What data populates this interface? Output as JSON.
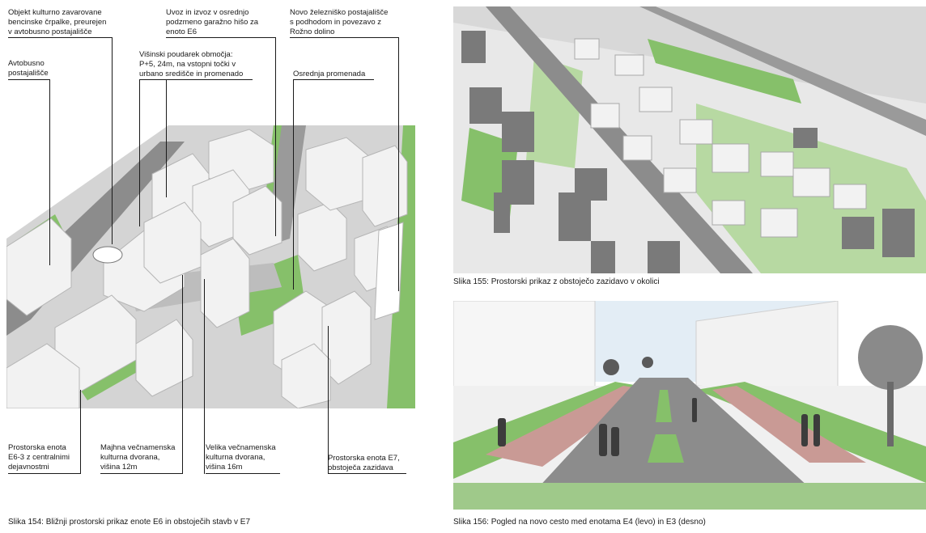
{
  "labels": {
    "objekt": "Objekt kulturno zavarovane\nbencinske črpalke, preurejen\nv avtobusno postajališče",
    "avtobusno": "Avtobusno\npostajališče",
    "uvoz": "Uvoz in izvoz v osrednjo\npodzmeno garažno hišo za\nenoto E6",
    "visinski": "Višinski poudarek območja:\nP+5, 24m, na vstopni točki v\nurbano središče in promenado",
    "zelezniska": "Novo železniško postajališče\ns podhodom in povezavo z\nRožno dolino",
    "promenada": "Osrednja promenada",
    "enota_e6": "Prostorska enota\nE6-3 z centralnimi\ndejavnostmi",
    "majhna": "Majhna večnamenska\nkulturna dvorana,\nvišina 12m",
    "velika": "Velika večnamenska\nkulturna dvorana,\nvišina 16m",
    "enota_e7": "Prostorska enota E7,\nobstoječa zazidava"
  },
  "captions": {
    "slika154": "Slika 154: Bližnji prostorski prikaz enote E6 in obstoječih stavb v E7",
    "slika155": "Slika 155: Prostorski prikaz z obstoječo zazidavo v okolici",
    "slika156": "Slika 156: Pogled na novo cesto med enotama E4 (levo) in E3 (desno)"
  },
  "colors": {
    "green": "#86c06a",
    "grey_road": "#8c8c8c",
    "building": "#f2f2f2",
    "sky": "#e3edf5",
    "pink_path": "#c99a95"
  }
}
